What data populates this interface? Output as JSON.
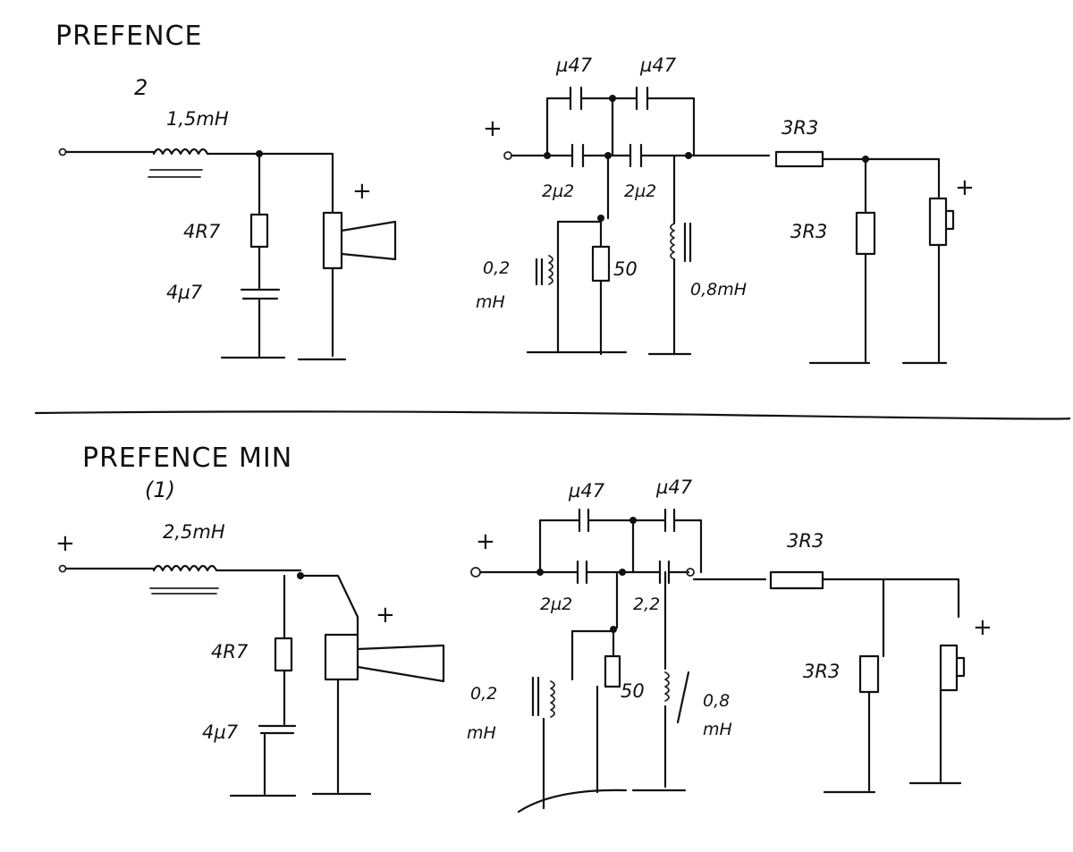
{
  "top": {
    "title": "PREFENCE",
    "subtitle": "2",
    "left": {
      "inductor": "1,5mH",
      "resistor": "4R7",
      "capacitor": "4µ7",
      "polarity": "+"
    },
    "right": {
      "input_polarity": "+",
      "cap_top_left": "µ47",
      "cap_top_right": "µ47",
      "cap_mid_left": "2µ2",
      "cap_mid_right": "2µ2",
      "shunt_inductor_left_value": "0,2",
      "shunt_inductor_left_unit": "mH",
      "resistor_shunt": "50",
      "shunt_inductor_right": "0,8mH",
      "series_resistor": "3R3",
      "shunt_resistor": "3R3",
      "output_polarity": "+"
    }
  },
  "bottom": {
    "title": "PREFENCE MIN",
    "subtitle": "(1)",
    "left": {
      "inductor": "2,5mH",
      "resistor": "4R7",
      "capacitor": "4µ7",
      "polarity": "+",
      "input_polarity": "+"
    },
    "right": {
      "input_polarity": "+",
      "cap_top_left": "µ47",
      "cap_top_right": "µ47",
      "cap_mid_left": "2µ2",
      "cap_mid_right": "2,2",
      "shunt_inductor_left_value": "0,2",
      "shunt_inductor_left_unit": "mH",
      "resistor_shunt": "50",
      "shunt_inductor_right_value": "0,8",
      "shunt_inductor_right_unit": "mH",
      "series_resistor": "3R3",
      "shunt_resistor": "3R3",
      "output_polarity": "+"
    }
  }
}
